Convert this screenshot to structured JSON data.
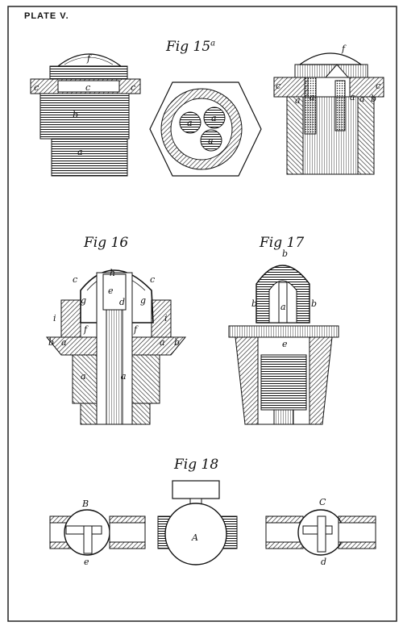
{
  "plate": {
    "label": "PLATE V."
  },
  "figures": {
    "fig15a": {
      "title": "Fig 15",
      "superscript": "a",
      "letters": {
        "left": [
          "f",
          "c",
          "c",
          "c",
          "b",
          "a"
        ],
        "middle": [
          "a",
          "a",
          "a"
        ],
        "right": [
          "f",
          "c",
          "c",
          "b",
          "a",
          "a",
          "a",
          "a"
        ]
      }
    },
    "fig16": {
      "title": "Fig 16",
      "letters": [
        "c",
        "h",
        "e",
        "g",
        "g",
        "d",
        "c",
        "f",
        "f",
        "i",
        "i",
        "b",
        "a",
        "a",
        "b",
        "a",
        "a"
      ]
    },
    "fig17": {
      "title": "Fig 17",
      "letters": [
        "b",
        "b",
        "b",
        "a",
        "e"
      ]
    },
    "fig18": {
      "title": "Fig 18",
      "letters": [
        "B",
        "e",
        "A",
        "C",
        "d"
      ]
    }
  },
  "colors": {
    "ink": "#111111",
    "paper": "#ffffff",
    "border": "#222222"
  }
}
